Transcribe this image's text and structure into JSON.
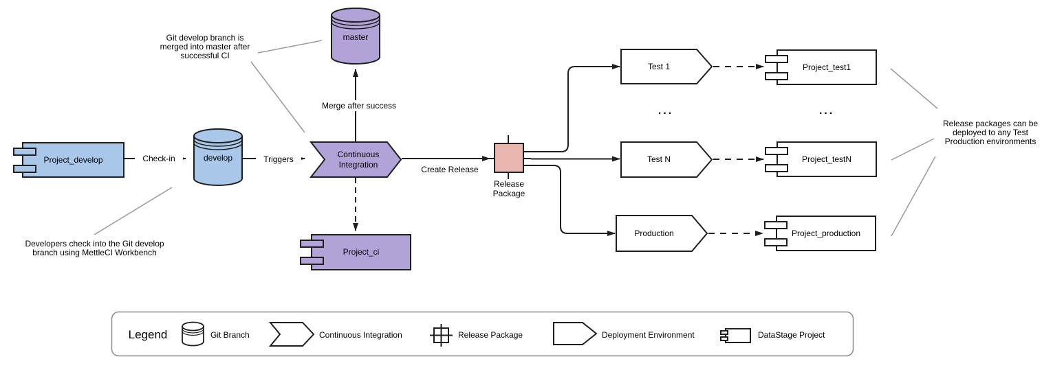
{
  "colors": {
    "node_blue": "#a9c7e8",
    "node_purple": "#b1a2d7",
    "node_pink": "#e9b7af",
    "shape_stroke": "#1f1f1f",
    "annotation_line": "#999999",
    "legend_border": "#8c8c8c",
    "background": "#ffffff"
  },
  "nodes": {
    "project_develop": "Project_develop",
    "develop_branch": "develop",
    "master_branch": "master",
    "continuous_integration": "Continuous\nIntegration",
    "project_ci": "Project_ci",
    "release_package": "Release\nPackage"
  },
  "edges": {
    "check_in": "Check-in",
    "triggers": "Triggers",
    "merge_after_success": "Merge after success",
    "create_release": "Create Release"
  },
  "deployments": [
    {
      "environment": "Test 1",
      "project": "Project_test1"
    },
    {
      "environment": "Test N",
      "project": "Project_testN"
    },
    {
      "environment": "Production",
      "project": "Project_production"
    }
  ],
  "ellipsis": "...",
  "annotations": {
    "merge_note": "Git develop branch is\nmerged into master after\nsuccessful CI",
    "developers_note": "Developers check into the Git develop\nbranch using MettleCI Workbench",
    "release_note": "Release packages can be\ndeployed to any Test\nProduction environments"
  },
  "legend": {
    "title": "Legend",
    "items": [
      {
        "icon": "git-branch-cylinder-icon",
        "label": "Git Branch"
      },
      {
        "icon": "continuous-integration-chevron-icon",
        "label": "Continuous Integration"
      },
      {
        "icon": "release-package-icon",
        "label": "Release Package"
      },
      {
        "icon": "deployment-environment-icon",
        "label": "Deployment Environment"
      },
      {
        "icon": "datastage-project-icon",
        "label": "DataStage Project"
      }
    ]
  }
}
